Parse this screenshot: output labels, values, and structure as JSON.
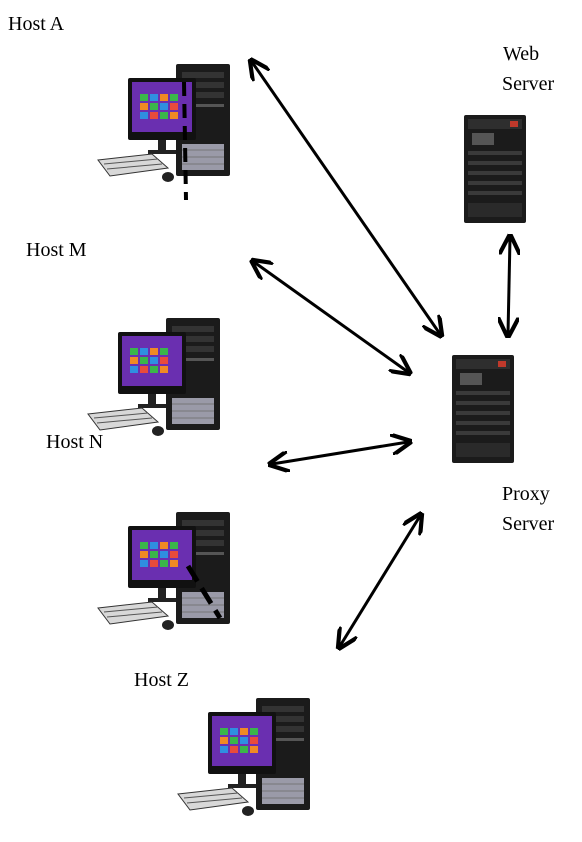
{
  "labels": {
    "host_a": "Host A",
    "host_m": "Host M",
    "host_n": "Host N",
    "host_z": "Host Z",
    "web_server_line1": "Web",
    "web_server_line2": "Server",
    "proxy_server_line1": "Proxy",
    "proxy_server_line2": "Server"
  },
  "icons": {
    "host": "desktop-computer-icon",
    "server": "server-tower-icon"
  },
  "colors": {
    "arrow": "#000000",
    "case": "#1b1b1b",
    "monitor_bezel": "#111111",
    "screen": "#6a2fb0",
    "tile_green": "#3bb54a",
    "tile_blue": "#2f8fe0",
    "tile_orange": "#f08a24",
    "server_led": "#c0392b"
  }
}
